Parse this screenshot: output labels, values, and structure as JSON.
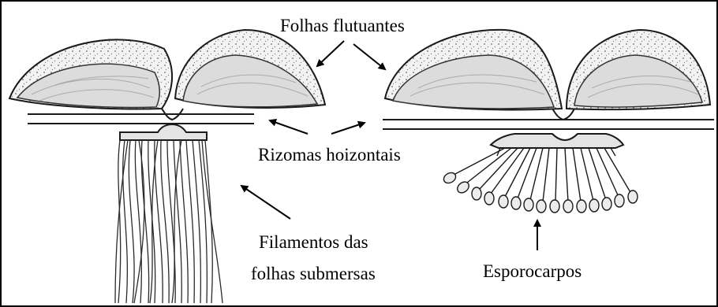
{
  "labels": {
    "folhas_flutuantes": "Folhas flutuantes",
    "rizomas": "Rizomas hoizontais",
    "filamentos_line1": "Filamentos das",
    "filamentos_line2": "folhas submersas",
    "esporocarpos": "Esporocarpos"
  },
  "colors": {
    "ink": "#1a1a1a",
    "leaf_fill": "#dcdcdc",
    "leaf_rim": "#f4f4f4",
    "border": "#000000"
  }
}
